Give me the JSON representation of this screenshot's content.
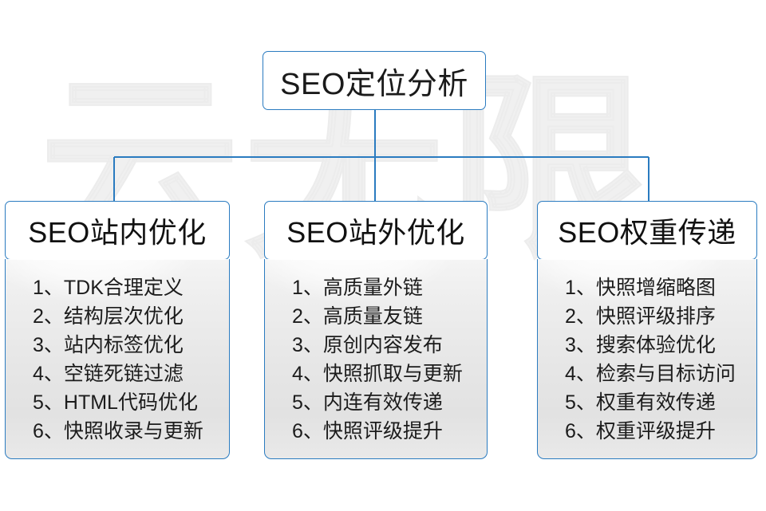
{
  "diagram": {
    "root": {
      "label": "SEO定位分析"
    },
    "accent_color": "#2a7bc0",
    "watermark_text": "云无限",
    "columns": [
      {
        "header": "SEO站内优化",
        "items": [
          {
            "num": "1、",
            "text": "TDK合理定义"
          },
          {
            "num": "2、",
            "text": "结构层次优化"
          },
          {
            "num": "3、",
            "text": "站内标签优化"
          },
          {
            "num": "4、",
            "text": "空链死链过滤"
          },
          {
            "num": "5、",
            "text": "HTML代码优化"
          },
          {
            "num": "6、",
            "text": "快照收录与更新"
          }
        ]
      },
      {
        "header": "SEO站外优化",
        "items": [
          {
            "num": "1、",
            "text": "高质量外链"
          },
          {
            "num": "2、",
            "text": "高质量友链"
          },
          {
            "num": "3、",
            "text": "原创内容发布"
          },
          {
            "num": "4、",
            "text": "快照抓取与更新"
          },
          {
            "num": "5、",
            "text": "内连有效传递"
          },
          {
            "num": "6、",
            "text": "快照评级提升"
          }
        ]
      },
      {
        "header": "SEO权重传递",
        "items": [
          {
            "num": "1、",
            "text": "快照增缩略图"
          },
          {
            "num": "2、",
            "text": "快照评级排序"
          },
          {
            "num": "3、",
            "text": "搜索体验优化"
          },
          {
            "num": "4、",
            "text": "检索与目标访问"
          },
          {
            "num": "5、",
            "text": "权重有效传递"
          },
          {
            "num": "6、",
            "text": "权重评级提升"
          }
        ]
      }
    ]
  }
}
